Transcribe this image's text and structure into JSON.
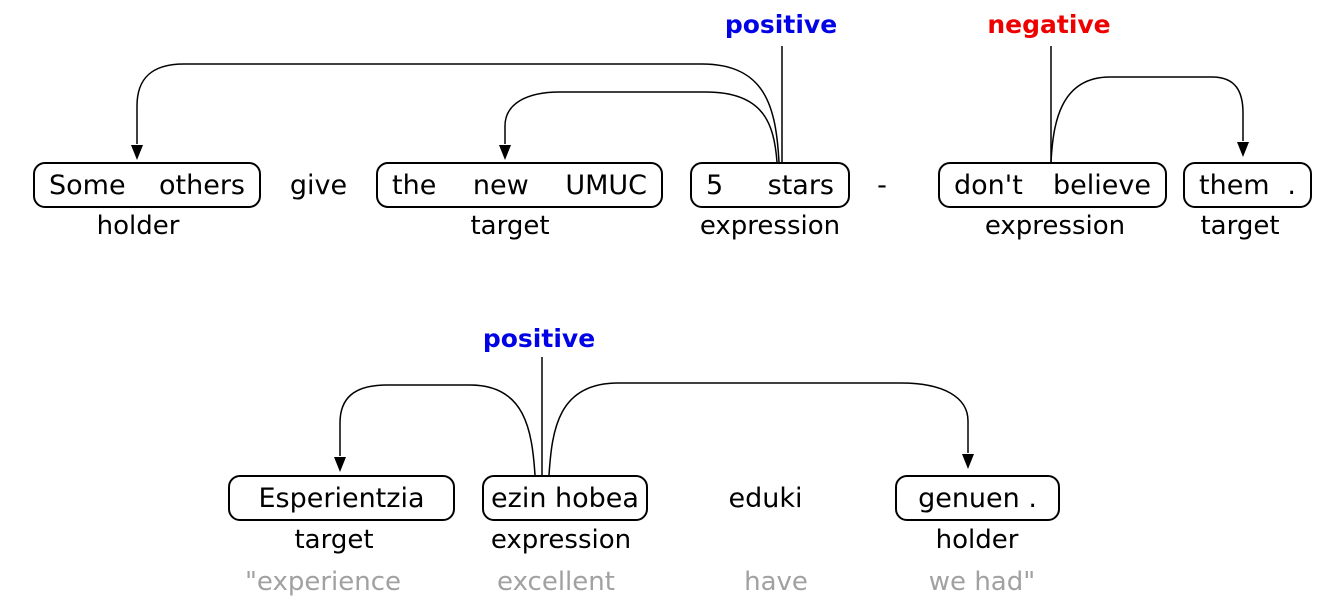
{
  "figure_type": "sentiment-annotation-diagram",
  "colors": {
    "positive": "#0202e6",
    "negative": "#ee0000",
    "gloss_gray": "#a1a1a1",
    "ink": "#000000",
    "background": "#ffffff"
  },
  "sentences": [
    {
      "spans": [
        {
          "tokens": [
            "Some",
            "others"
          ],
          "role": "holder",
          "boxed": true
        },
        {
          "tokens": [
            "give"
          ],
          "boxed": false
        },
        {
          "tokens": [
            "the",
            "new",
            "UMUC"
          ],
          "role": "target",
          "boxed": true
        },
        {
          "tokens": [
            "5",
            "stars"
          ],
          "role": "expression",
          "sentiment": "positive",
          "boxed": true
        },
        {
          "tokens": [
            "-"
          ],
          "boxed": false
        },
        {
          "tokens": [
            "don't",
            "believe"
          ],
          "role": "expression",
          "sentiment": "negative",
          "boxed": true
        },
        {
          "tokens": [
            "them",
            "."
          ],
          "role": "target",
          "boxed": true
        }
      ]
    },
    {
      "spans": [
        {
          "tokens": [
            "Esperientzia"
          ],
          "role": "target",
          "gloss": "\"experience",
          "boxed": true
        },
        {
          "tokens": [
            "ezin hobea"
          ],
          "role": "expression",
          "sentiment": "positive",
          "gloss": "excellent",
          "boxed": true
        },
        {
          "tokens": [
            "eduki"
          ],
          "gloss": "have",
          "boxed": false
        },
        {
          "tokens": [
            "genuen ."
          ],
          "role": "holder",
          "gloss": "we had\"",
          "boxed": true
        }
      ]
    }
  ],
  "relations": [
    {
      "sentence": 0,
      "from": "5 stars",
      "from_role": "expression",
      "to": "Some others",
      "to_role": "holder"
    },
    {
      "sentence": 0,
      "from": "5 stars",
      "from_role": "expression",
      "to": "the new UMUC",
      "to_role": "target"
    },
    {
      "sentence": 0,
      "from": "don't believe",
      "from_role": "expression",
      "to": "them .",
      "to_role": "target"
    },
    {
      "sentence": 1,
      "from": "ezin hobea",
      "from_role": "expression",
      "to": "Esperientzia",
      "to_role": "target"
    },
    {
      "sentence": 1,
      "from": "ezin hobea",
      "from_role": "expression",
      "to": "genuen .",
      "to_role": "holder"
    }
  ]
}
